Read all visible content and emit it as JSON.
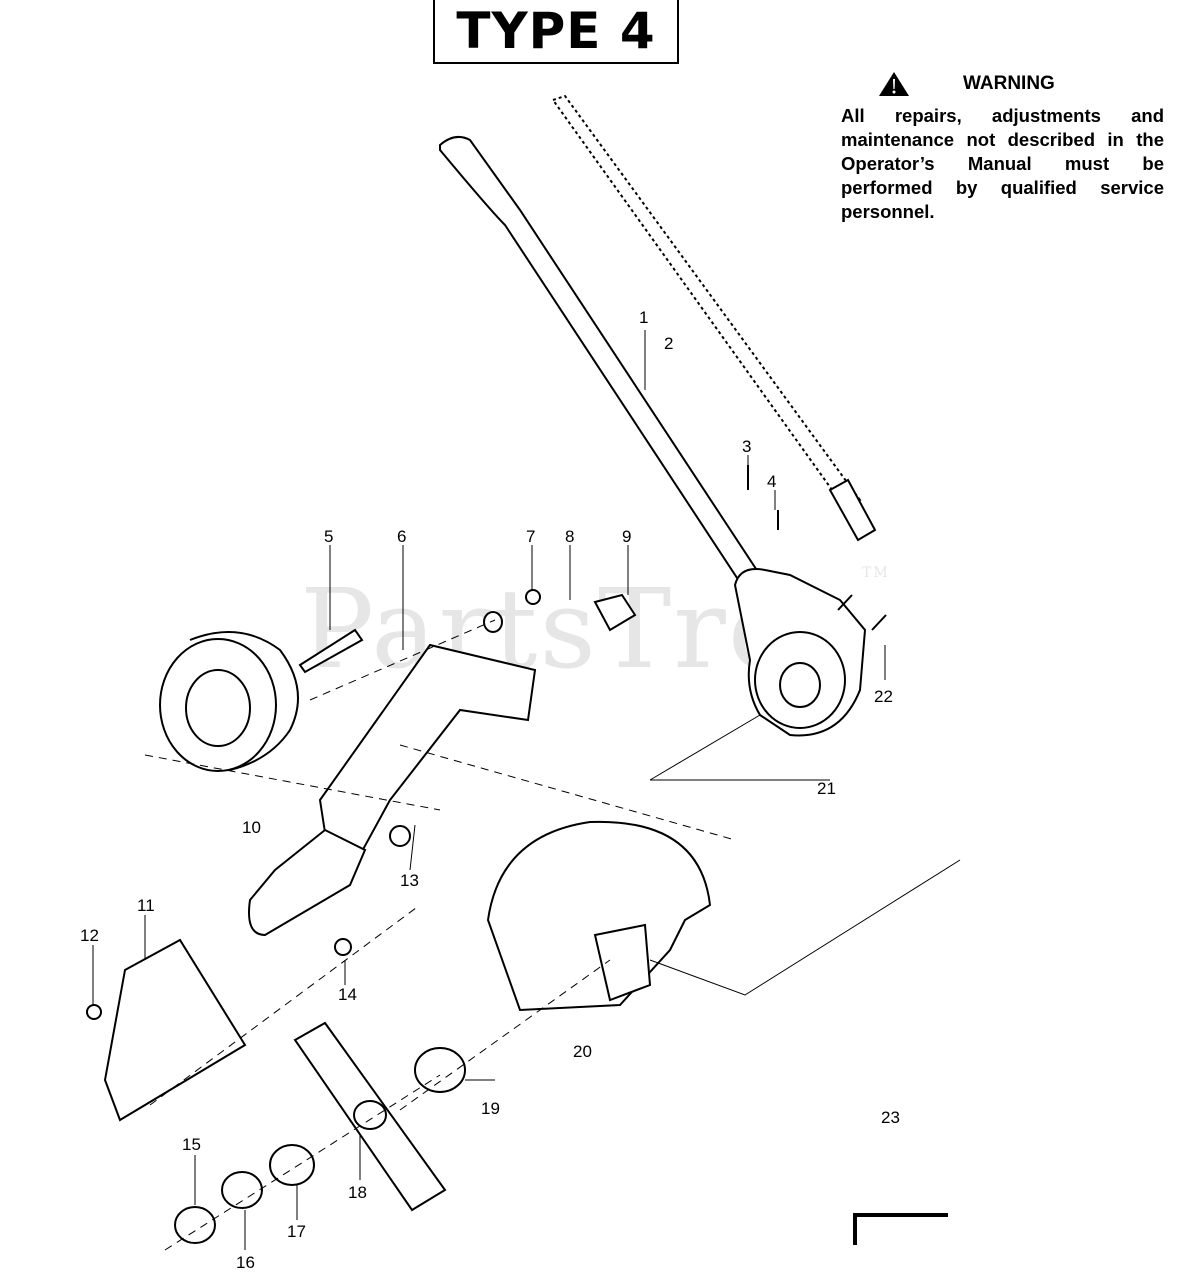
{
  "title": "TYPE 4",
  "warning": {
    "icon": "warning-triangle-icon",
    "heading": "WARNING",
    "body": "All repairs, adjustments and maintenance not described in the Operator’s Manual must be performed by qualified service personnel."
  },
  "watermark": "PartsTree",
  "watermark_mark": "TM",
  "callouts": [
    "1",
    "2",
    "3",
    "4",
    "5",
    "6",
    "7",
    "8",
    "9",
    "10",
    "11",
    "12",
    "13",
    "14",
    "15",
    "16",
    "17",
    "18",
    "19",
    "20",
    "21",
    "22",
    "23"
  ]
}
